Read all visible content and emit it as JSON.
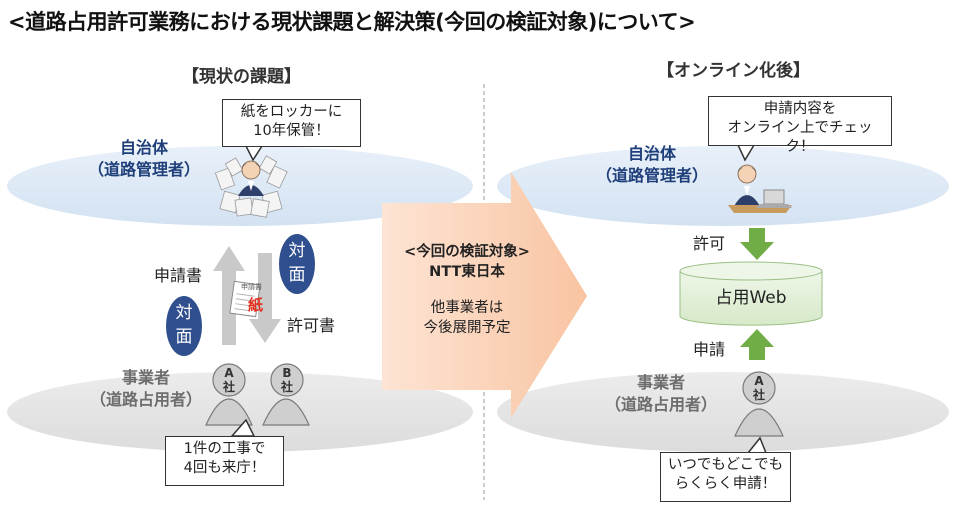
{
  "title": "<道路占用許可業務における現状課題と解決策(今回の検証対象)について>",
  "left": {
    "heading": "【現状の課題】",
    "authority": [
      "自治体",
      "（道路管理者）"
    ],
    "storage_callout": [
      "紙をロッカーに",
      "10年保管！"
    ],
    "application_label": "申請書",
    "permit_label": "許可書",
    "face_to_face": [
      "対",
      "面"
    ],
    "paper_label": "紙",
    "document_header": "申請書",
    "operators": [
      "事業者",
      "（道路占用者）"
    ],
    "operator_a": [
      "A",
      "社"
    ],
    "operator_b": [
      "B",
      "社"
    ],
    "visit_callout": [
      "1件の工事で",
      "4回も来庁！"
    ]
  },
  "center": {
    "line1": "<今回の検証対象>",
    "line2": "NTT東日本",
    "line3": "他事業者は",
    "line4": "今後展開予定"
  },
  "right": {
    "heading": "【オンライン化後】",
    "authority": [
      "自治体",
      "（道路管理者）"
    ],
    "check_callout": [
      "申請内容を",
      "オンライン上でチェック！"
    ],
    "permit_label": "許可",
    "web_label": "占用Web",
    "apply_label": "申請",
    "operators": [
      "事業者",
      "（道路占用者）"
    ],
    "operator_a": [
      "A",
      "社"
    ],
    "anytime_callout": [
      "いつでもどこでも",
      "らくらく申請！"
    ]
  },
  "colors": {
    "ellipse_blue": "#dbe7f4",
    "ellipse_gray": "#e4e4e4",
    "badge_navy": "#2f4f8f",
    "arrow_green": "#70ad47",
    "arrow_gray": "#c9c9c9",
    "web_green": "#e2efd9",
    "big_arrow": "#fbd3b9"
  },
  "icons": [
    "office-worker-buried-in-papers-icon",
    "office-worker-at-laptop-icon",
    "person-a-icon",
    "person-b-icon",
    "paper-document-icon"
  ]
}
